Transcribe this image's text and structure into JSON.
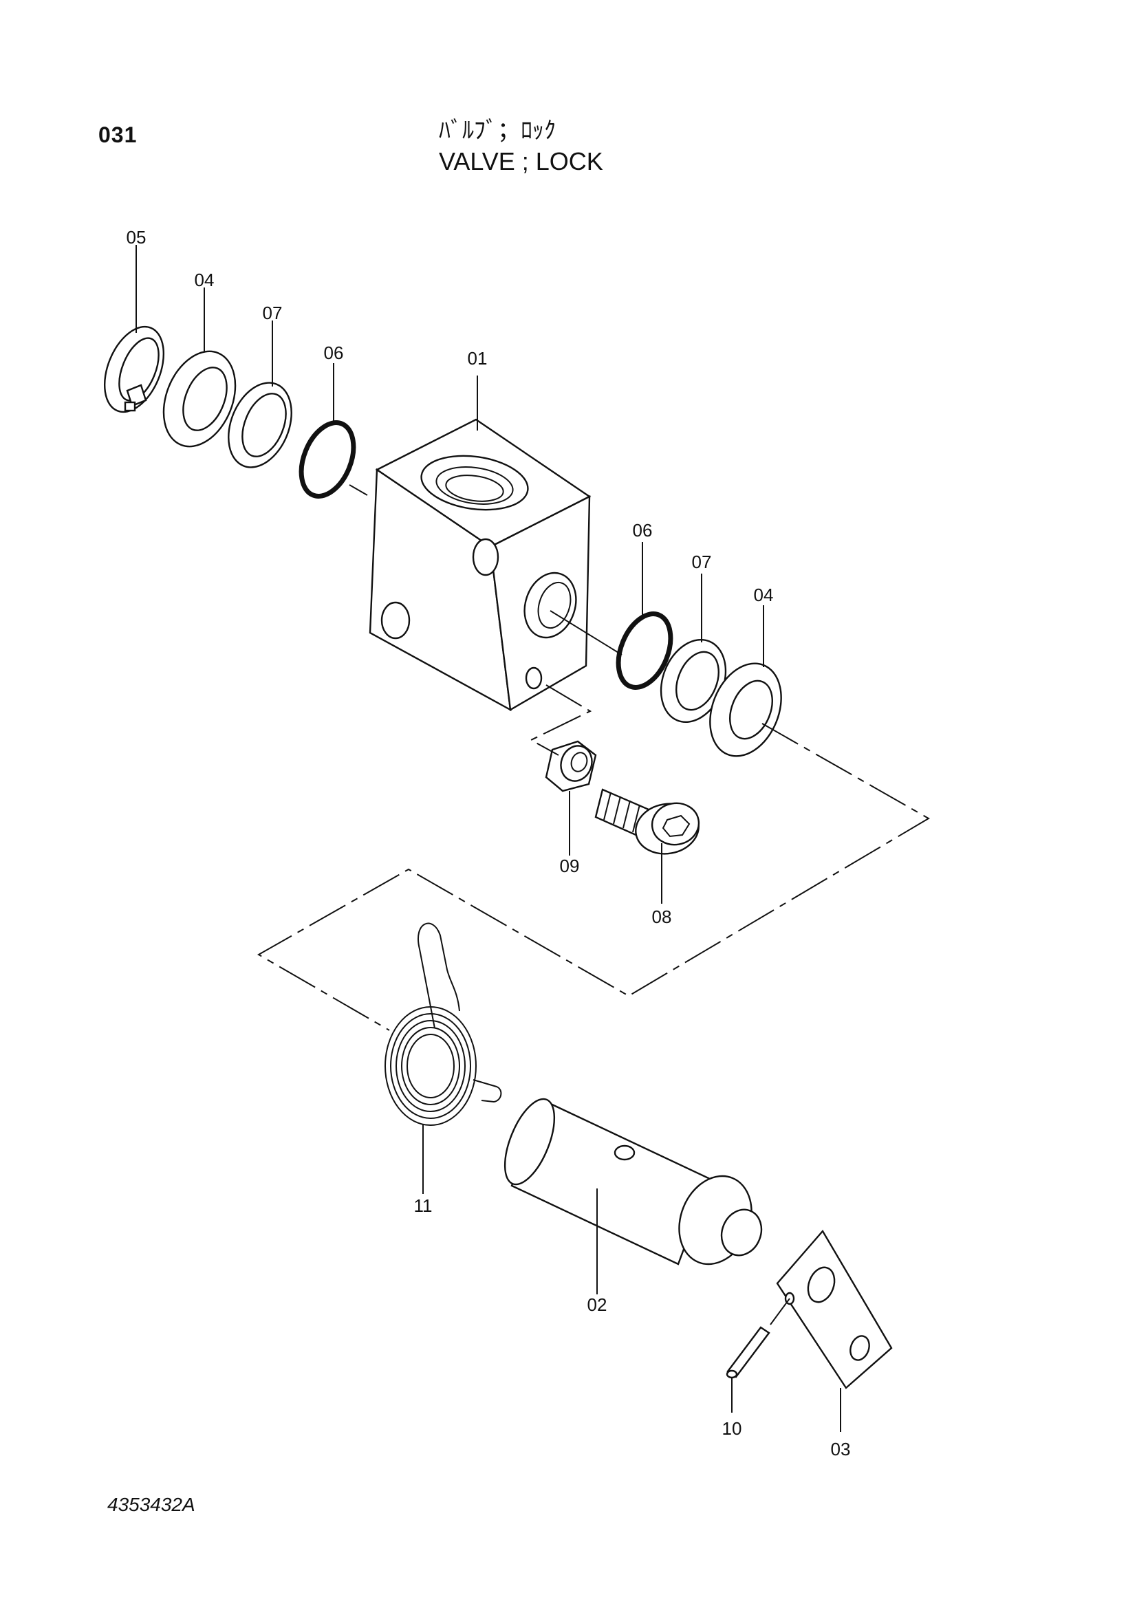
{
  "header": {
    "page_number": "031",
    "title_jp": "ﾊﾞﾙﾌﾞ；ﾛｯｸ",
    "title_en": "VALVE ; LOCK"
  },
  "footer": {
    "drawing_number": "4353432A"
  },
  "callouts": [
    {
      "id": "c05",
      "label": "05"
    },
    {
      "id": "c04a",
      "label": "04"
    },
    {
      "id": "c07a",
      "label": "07"
    },
    {
      "id": "c06a",
      "label": "06"
    },
    {
      "id": "c01",
      "label": "01"
    },
    {
      "id": "c06b",
      "label": "06"
    },
    {
      "id": "c07b",
      "label": "07"
    },
    {
      "id": "c04b",
      "label": "04"
    },
    {
      "id": "c09",
      "label": "09"
    },
    {
      "id": "c08",
      "label": "08"
    },
    {
      "id": "c11",
      "label": "11"
    },
    {
      "id": "c02",
      "label": "02"
    },
    {
      "id": "c10",
      "label": "10"
    },
    {
      "id": "c03",
      "label": "03"
    }
  ]
}
